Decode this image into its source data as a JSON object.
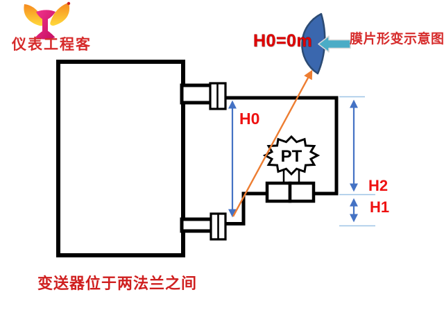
{
  "logo": {
    "icon": "bull-horns-logo",
    "brand": "仪表工程客"
  },
  "annotations": {
    "h0_equation": "H0=0m",
    "diaphragm_note": "膜片形变示意图",
    "caption": "变送器位于两法兰之间"
  },
  "dimensions": {
    "h0": "H0",
    "h1": "H1",
    "h2": "H2"
  },
  "transmitter": {
    "tag": "PT"
  },
  "colors": {
    "dimension_blue": "#4472C4",
    "tick_blue": "#9DC3E6",
    "pointer_orange": "#ED7D31",
    "diaphragm_fill": "#3A67AE",
    "diaphragm_stroke": "#2B4A73",
    "callout_teal": "#4BACC6",
    "label_red": "#EE1111",
    "outline_black": "#000000",
    "logo_orange": "#F68B1F",
    "logo_yellow": "#FFD93B",
    "logo_magenta": "#DD1873"
  }
}
